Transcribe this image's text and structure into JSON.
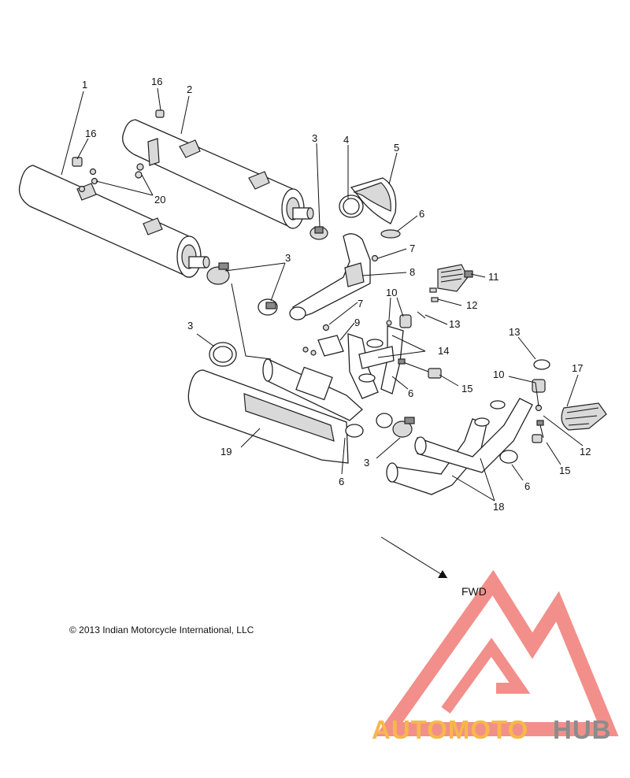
{
  "diagram": {
    "callouts": {
      "c1": "1",
      "c2": "2",
      "c3a": "3",
      "c3b": "3",
      "c3c": "3",
      "c3d": "3",
      "c4": "4",
      "c5": "5",
      "c6a": "6",
      "c6b": "6",
      "c6c": "6",
      "c6d": "6",
      "c7a": "7",
      "c7b": "7",
      "c8": "8",
      "c9": "9",
      "c10a": "10",
      "c10b": "10",
      "c11": "11",
      "c12a": "12",
      "c12b": "12",
      "c13a": "13",
      "c13b": "13",
      "c14": "14",
      "c15a": "15",
      "c15b": "15",
      "c16a": "16",
      "c16b": "16",
      "c17": "17",
      "c18": "18",
      "c19": "19",
      "c20": "20"
    },
    "copyright": "© 2013 Indian Motorcycle International, LLC",
    "direction_label": "FWD"
  },
  "watermark": {
    "word_a": "AUTOMOTO",
    "word_b": "HUB",
    "colors": {
      "triangle": "#f28f8a",
      "orange": "#f7b84a",
      "red": "#ee6a5e",
      "gray": "#8c8c8c"
    }
  }
}
